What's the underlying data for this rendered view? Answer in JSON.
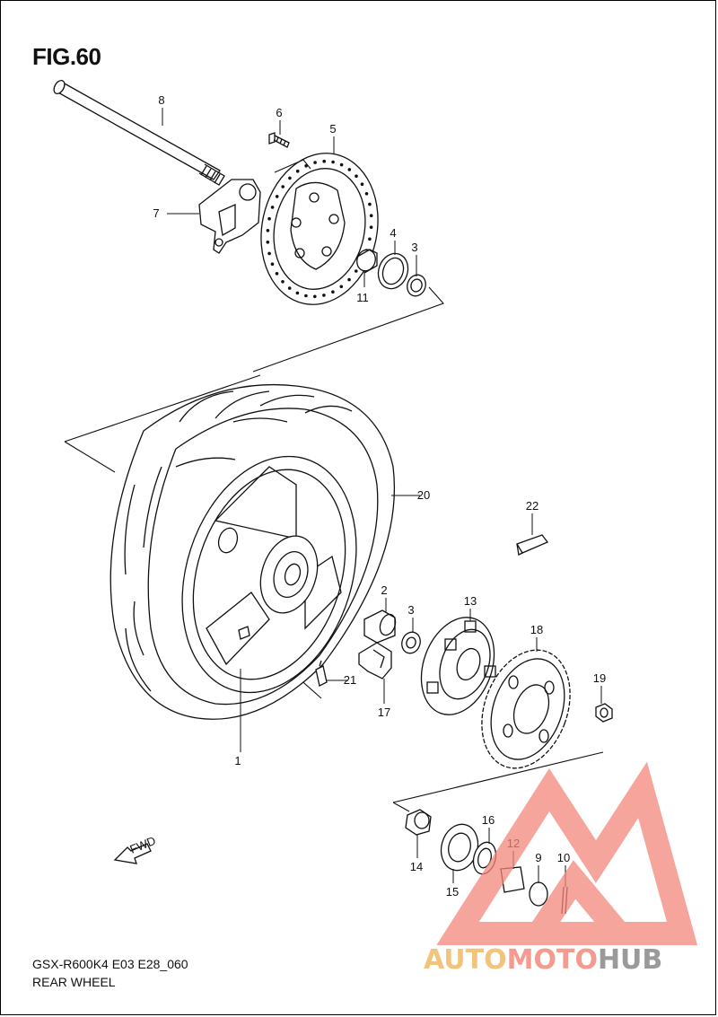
{
  "header": {
    "figure_title": "FIG.60"
  },
  "footer": {
    "model_code": "GSX-R600K4 E03 E28_060",
    "section_name": "REAR WHEEL"
  },
  "parts": [
    {
      "num": "1"
    },
    {
      "num": "2"
    },
    {
      "num": "3"
    },
    {
      "num": "3"
    },
    {
      "num": "4"
    },
    {
      "num": "5"
    },
    {
      "num": "6"
    },
    {
      "num": "7"
    },
    {
      "num": "8"
    },
    {
      "num": "9"
    },
    {
      "num": "10"
    },
    {
      "num": "11"
    },
    {
      "num": "12"
    },
    {
      "num": "13"
    },
    {
      "num": "14"
    },
    {
      "num": "15"
    },
    {
      "num": "16"
    },
    {
      "num": "17"
    },
    {
      "num": "18"
    },
    {
      "num": "19"
    },
    {
      "num": "20"
    },
    {
      "num": "21"
    },
    {
      "num": "22"
    }
  ],
  "fwd_label": "FWD",
  "watermark": {
    "part1": "AUTO",
    "part2": "MOTO",
    "part3": "HUB",
    "colors": {
      "auto": "#f2c37a",
      "moto": "#f59a8e",
      "hub": "#9a9a9a",
      "triangle": "#f4877b"
    }
  }
}
